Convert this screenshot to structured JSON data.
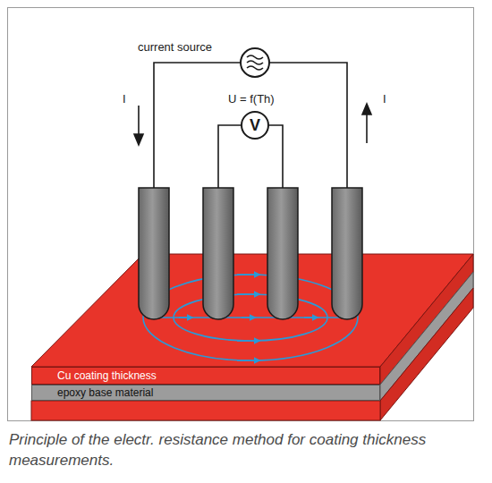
{
  "diagram": {
    "caption": "Principle of the electr. resistance method for coating thickness measurements.",
    "nodes": [
      {
        "text": [
          "V"
        ]
      },
      {
        "text": [
          "Cu coating thickness"
        ]
      },
      {
        "text": [
          "epoxy base material"
        ]
      }
    ],
    "labels": [
      "current source",
      "I",
      "U = f(Th)",
      "I"
    ]
  }
}
